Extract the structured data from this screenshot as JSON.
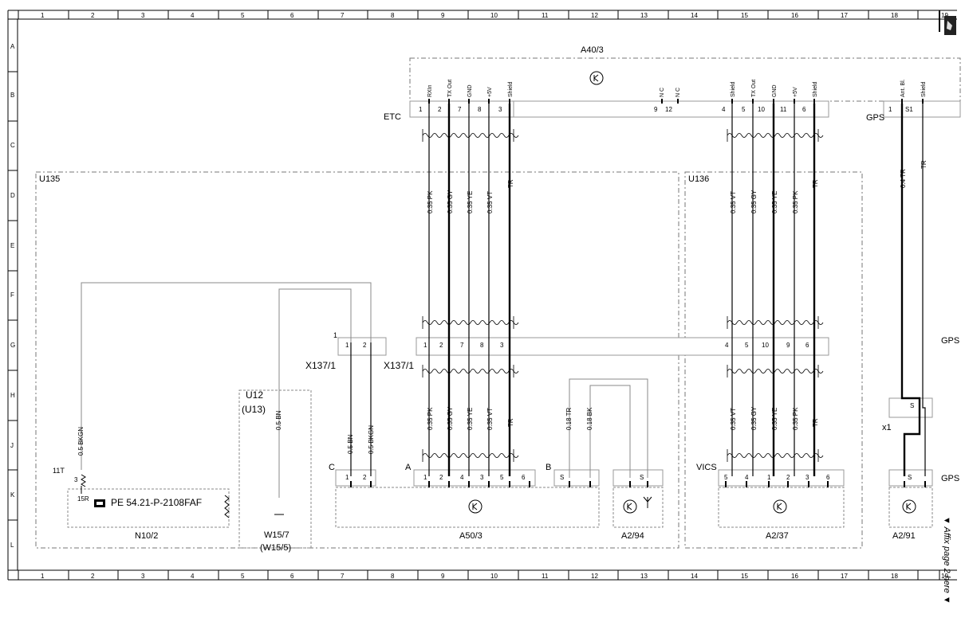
{
  "frame": {
    "columns": [
      "1",
      "2",
      "3",
      "4",
      "5",
      "6",
      "7",
      "8",
      "9",
      "10",
      "11",
      "12",
      "13",
      "14",
      "15",
      "16",
      "17",
      "18",
      "19"
    ],
    "rows": [
      "A",
      "B",
      "C",
      "D",
      "E",
      "F",
      "G",
      "H",
      "J",
      "K",
      "L"
    ]
  },
  "components": {
    "a40_3": "A40/3",
    "etc": "ETC",
    "gps_top": "GPS",
    "u135": "U135",
    "u136": "U136",
    "u12": "U12",
    "u13": "(U13)",
    "x137_left": "X137/1",
    "x137_right": "X137/1",
    "x137_num": "1",
    "gps_mid": "GPS",
    "x1": "x1",
    "gps_bottom": "GPS",
    "t11t": "11T",
    "t15r": "15R",
    "pe_ref": "PE 54.21-P-2108FAF",
    "n10_2": "N10/2",
    "w15_7": "W15/7",
    "w15_5": "(W15/5)",
    "a50_3": "A50/3",
    "a2_94": "A2/94",
    "a2_37": "A2/37",
    "a2_91": "A2/91",
    "label_c": "C",
    "label_a": "A",
    "label_b": "B",
    "label_vics": "VICS",
    "nc1": "N C",
    "nc2": "N C",
    "affix": "▼ Affix page 2 here ▼"
  },
  "etc_signals": [
    "RXIn",
    "TX Out",
    "GND",
    "+5V",
    "Shield"
  ],
  "etc_pins": [
    "1",
    "2",
    "7",
    "8",
    "3"
  ],
  "etc_pins_extra": [
    "9",
    "12"
  ],
  "right_signals": [
    "Shield",
    "TX Out",
    "GND",
    "+5V",
    "Shield"
  ],
  "right_pins": [
    "4",
    "5",
    "10",
    "11",
    "6"
  ],
  "gps_signals": [
    "Ant. Bl.",
    "Shield"
  ],
  "gps_pins": [
    "1",
    "S1"
  ],
  "wires_left_top": [
    "0.35 PK",
    "0.35 GY",
    "0.35 YE",
    "0.35 VT",
    "TR"
  ],
  "wires_right_top": [
    "0.35 VT",
    "0.35 GY",
    "0.35 YE",
    "0.35 PK",
    "TR"
  ],
  "wires_gps": [
    "0.4 TR",
    "TR"
  ],
  "g_left_pins": [
    "1",
    "2",
    "7",
    "8",
    "3"
  ],
  "g_right_pins": [
    "4",
    "5",
    "10",
    "9",
    "6"
  ],
  "x137_pins": [
    "1",
    "2"
  ],
  "wires_left_bottom": [
    "0.35 PK",
    "0.35 GY",
    "0.35 YE",
    "0.35 VT",
    "TR"
  ],
  "wires_right_bottom": [
    "0.35 VT",
    "0.35 GY",
    "0.35 YE",
    "0.35 PK",
    "TR"
  ],
  "wires_misc": [
    "0.5 BKGN",
    "0.5 BN",
    "0.5 BN",
    "0.5 BKGN",
    "0.18 TR",
    "0.18 BK"
  ],
  "c_pins": [
    "1",
    "2"
  ],
  "a_pins": [
    "1",
    "2",
    "4",
    "3",
    "5",
    "6"
  ],
  "b_pins": [
    "S"
  ],
  "a294_pins": [
    "S"
  ],
  "vics_pins": [
    "5",
    "4",
    "1",
    "2",
    "3",
    "6"
  ],
  "gps_bottom_pins": [
    "S"
  ],
  "gps_mid_pin": "S",
  "k_pin": "3"
}
